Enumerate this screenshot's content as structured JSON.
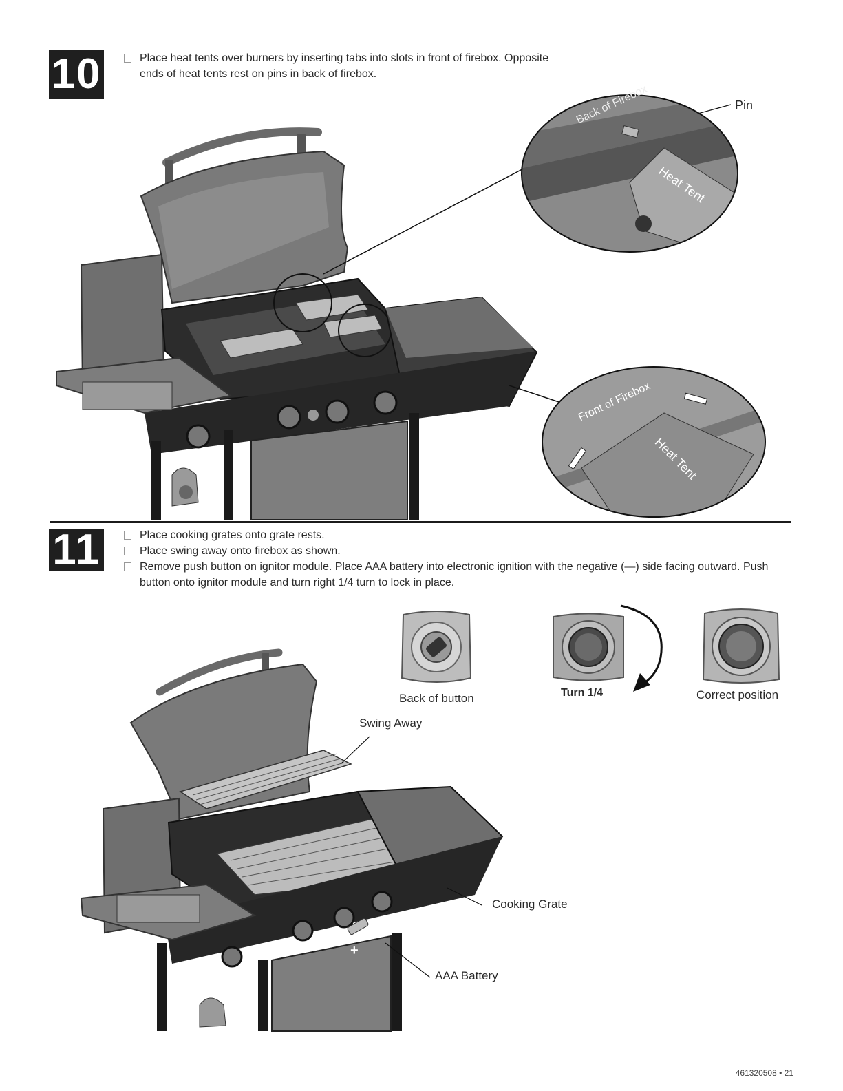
{
  "step10": {
    "number": "10",
    "instruction_line1": "Place heat tents over burners by inserting tabs into slots in front of firebox. Opposite",
    "instruction_line2": "ends of heat tents rest on pins in back of firebox.",
    "labels": {
      "pin": "Pin",
      "back_of_firebox": "Back of Firebox",
      "heat_tent_top": "Heat Tent",
      "front_of_firebox": "Front of Firebox",
      "heat_tent_bottom": "Heat Tent"
    }
  },
  "step11": {
    "number": "11",
    "instruction1": "Place cooking grates onto grate rests.",
    "instruction2": "Place swing away onto firebox as shown.",
    "instruction3_line1": "Remove push button on ignitor module. Place AAA battery into electronic ignition with the negative (—) side facing outward. Push",
    "instruction3_line2": "button onto ignitor module and turn right 1/4 turn to lock in place.",
    "labels": {
      "back_of_button": "Back of button",
      "turn": "Turn 1/4",
      "correct_position": "Correct position",
      "swing_away": "Swing Away",
      "cooking_grate": "Cooking Grate",
      "aaa_battery": "AAA Battery",
      "plus": "+",
      "minus": "–"
    }
  },
  "footer": {
    "page_ref": "461320508 • 21"
  }
}
